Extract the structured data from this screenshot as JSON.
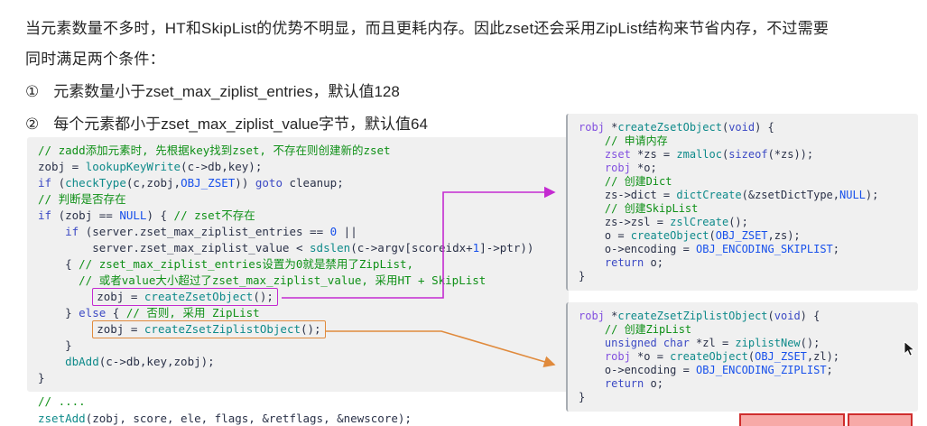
{
  "header": {
    "line1": "当元素数量不多时，HT和SkipList的优势不明显，而且更耗内存。因此zset还会采用ZipList结构来节省内存，不过需要",
    "line2": "同时满足两个条件：",
    "bullets": [
      {
        "marker": "①",
        "text": "元素数量小于zset_max_ziplist_entries，默认值128"
      },
      {
        "marker": "②",
        "text": "每个元素都小于zset_max_ziplist_value字节，默认值64"
      }
    ]
  },
  "colors": {
    "code_bg": "#f0f0f0",
    "plain": "#2a3148",
    "comment": "#0f9017",
    "keyword": "#3b49c4",
    "func": "#0e8a8a",
    "type": "#8250df",
    "num": "#1750eb",
    "const": "#1750eb",
    "box_magenta": "#c42ad1",
    "box_orange": "#e08a3c",
    "red_annotation": "#cf2d2d"
  },
  "annotations": {
    "arrow_magenta": "createZsetObject call -> createZsetObject definition",
    "arrow_orange": "createZsetZiplistObject call -> createZsetZiplistObject definition"
  },
  "code_blocks": {
    "zadd_snippet": {
      "lines": [
        {
          "tokens": [
            [
              "c",
              "// zadd添加元素时, 先根据key找到zset, 不存在则创建新的zset"
            ]
          ]
        },
        {
          "tokens": [
            [
              "p",
              "zobj = "
            ],
            [
              "f",
              "lookupKeyWrite"
            ],
            [
              "p",
              "(c->db,key);"
            ]
          ]
        },
        {
          "tokens": [
            [
              "k",
              "if"
            ],
            [
              "p",
              " ("
            ],
            [
              "f",
              "checkType"
            ],
            [
              "p",
              "(c,zobj,"
            ],
            [
              "x",
              "OBJ_ZSET"
            ],
            [
              "p",
              ")) "
            ],
            [
              "k",
              "goto"
            ],
            [
              "p",
              " cleanup;"
            ]
          ]
        },
        {
          "tokens": [
            [
              "c",
              "// 判断是否存在"
            ]
          ]
        },
        {
          "tokens": [
            [
              "k",
              "if"
            ],
            [
              "p",
              " (zobj == "
            ],
            [
              "x",
              "NULL"
            ],
            [
              "p",
              ") { "
            ],
            [
              "c",
              "// zset不存在"
            ]
          ]
        },
        {
          "tokens": [
            [
              "p",
              "    "
            ],
            [
              "k",
              "if"
            ],
            [
              "p",
              " (server.zset_max_ziplist_entries == "
            ],
            [
              "n",
              "0"
            ],
            [
              "p",
              " ||"
            ]
          ]
        },
        {
          "tokens": [
            [
              "p",
              "        server.zset_max_ziplist_value < "
            ],
            [
              "f",
              "sdslen"
            ],
            [
              "p",
              "(c->argv[scoreidx+"
            ],
            [
              "n",
              "1"
            ],
            [
              "p",
              "]->ptr))"
            ]
          ]
        },
        {
          "tokens": [
            [
              "p",
              "    { "
            ],
            [
              "c",
              "// zset_max_ziplist_entries设置为0就是禁用了ZipList,"
            ]
          ]
        },
        {
          "tokens": [
            [
              "p",
              "      "
            ],
            [
              "c",
              "// 或者value大小超过了zset_max_ziplist_value, 采用HT + SkipList"
            ]
          ]
        },
        {
          "indent": "        ",
          "boxed": "magenta",
          "tokens": [
            [
              "p",
              "zobj = "
            ],
            [
              "f",
              "createZsetObject"
            ],
            [
              "p",
              "();"
            ]
          ]
        },
        {
          "tokens": [
            [
              "p",
              "    } "
            ],
            [
              "k",
              "else"
            ],
            [
              "p",
              " { "
            ],
            [
              "c",
              "// 否则, 采用 ZipList"
            ]
          ]
        },
        {
          "indent": "        ",
          "boxed": "orange",
          "tokens": [
            [
              "p",
              "zobj = "
            ],
            [
              "f",
              "createZsetZiplistObject"
            ],
            [
              "p",
              "();"
            ]
          ]
        },
        {
          "tokens": [
            [
              "p",
              "    }"
            ]
          ]
        },
        {
          "tokens": [
            [
              "p",
              "    "
            ],
            [
              "f",
              "dbAdd"
            ],
            [
              "p",
              "(c->db,key,zobj);"
            ]
          ]
        },
        {
          "tokens": [
            [
              "p",
              "}"
            ]
          ]
        }
      ]
    },
    "zadd_tail": {
      "lines": [
        {
          "tokens": [
            [
              "c",
              "// ...."
            ]
          ]
        },
        {
          "tokens": [
            [
              "f",
              "zsetAdd"
            ],
            [
              "p",
              "(zobj, score, ele, flags, &retflags, &newscore);"
            ]
          ]
        }
      ]
    },
    "create_zset_object": {
      "lines": [
        {
          "tokens": [
            [
              "t",
              "robj"
            ],
            [
              "p",
              " *"
            ],
            [
              "f",
              "createZsetObject"
            ],
            [
              "p",
              "("
            ],
            [
              "k",
              "void"
            ],
            [
              "p",
              ") {"
            ]
          ]
        },
        {
          "tokens": [
            [
              "p",
              "    "
            ],
            [
              "c",
              "// 申请内存"
            ]
          ]
        },
        {
          "tokens": [
            [
              "p",
              "    "
            ],
            [
              "t",
              "zset"
            ],
            [
              "p",
              " *zs = "
            ],
            [
              "f",
              "zmalloc"
            ],
            [
              "p",
              "("
            ],
            [
              "k",
              "sizeof"
            ],
            [
              "p",
              "(*zs));"
            ]
          ]
        },
        {
          "tokens": [
            [
              "p",
              "    "
            ],
            [
              "t",
              "robj"
            ],
            [
              "p",
              " *o;"
            ]
          ]
        },
        {
          "tokens": [
            [
              "p",
              "    "
            ],
            [
              "c",
              "// 创建Dict"
            ]
          ]
        },
        {
          "tokens": [
            [
              "p",
              "    zs->dict = "
            ],
            [
              "f",
              "dictCreate"
            ],
            [
              "p",
              "(&zsetDictType,"
            ],
            [
              "x",
              "NULL"
            ],
            [
              "p",
              ");"
            ]
          ]
        },
        {
          "tokens": [
            [
              "p",
              "    "
            ],
            [
              "c",
              "// 创建SkipList"
            ]
          ]
        },
        {
          "tokens": [
            [
              "p",
              "    zs->zsl = "
            ],
            [
              "f",
              "zslCreate"
            ],
            [
              "p",
              "();"
            ]
          ]
        },
        {
          "tokens": [
            [
              "p",
              "    o = "
            ],
            [
              "f",
              "createObject"
            ],
            [
              "p",
              "("
            ],
            [
              "x",
              "OBJ_ZSET"
            ],
            [
              "p",
              ",zs);"
            ]
          ]
        },
        {
          "tokens": [
            [
              "p",
              "    o->encoding = "
            ],
            [
              "x",
              "OBJ_ENCODING_SKIPLIST"
            ],
            [
              "p",
              ";"
            ]
          ]
        },
        {
          "tokens": [
            [
              "p",
              "    "
            ],
            [
              "k",
              "return"
            ],
            [
              "p",
              " o;"
            ]
          ]
        },
        {
          "tokens": [
            [
              "p",
              "}"
            ]
          ]
        }
      ]
    },
    "create_zset_ziplist_object": {
      "lines": [
        {
          "tokens": [
            [
              "t",
              "robj"
            ],
            [
              "p",
              " *"
            ],
            [
              "f",
              "createZsetZiplistObject"
            ],
            [
              "p",
              "("
            ],
            [
              "k",
              "void"
            ],
            [
              "p",
              ") {"
            ]
          ]
        },
        {
          "tokens": [
            [
              "p",
              "    "
            ],
            [
              "c",
              "// 创建ZipList"
            ]
          ]
        },
        {
          "tokens": [
            [
              "p",
              "    "
            ],
            [
              "k",
              "unsigned char"
            ],
            [
              "p",
              " *zl = "
            ],
            [
              "f",
              "ziplistNew"
            ],
            [
              "p",
              "();"
            ]
          ]
        },
        {
          "tokens": [
            [
              "p",
              "    "
            ],
            [
              "t",
              "robj"
            ],
            [
              "p",
              " *o = "
            ],
            [
              "f",
              "createObject"
            ],
            [
              "p",
              "("
            ],
            [
              "x",
              "OBJ_ZSET"
            ],
            [
              "p",
              ",zl);"
            ]
          ]
        },
        {
          "tokens": [
            [
              "p",
              "    o->encoding = "
            ],
            [
              "x",
              "OBJ_ENCODING_ZIPLIST"
            ],
            [
              "p",
              ";"
            ]
          ]
        },
        {
          "tokens": [
            [
              "p",
              "    "
            ],
            [
              "k",
              "return"
            ],
            [
              "p",
              " o;"
            ]
          ]
        },
        {
          "tokens": [
            [
              "p",
              "}"
            ]
          ]
        }
      ]
    }
  }
}
